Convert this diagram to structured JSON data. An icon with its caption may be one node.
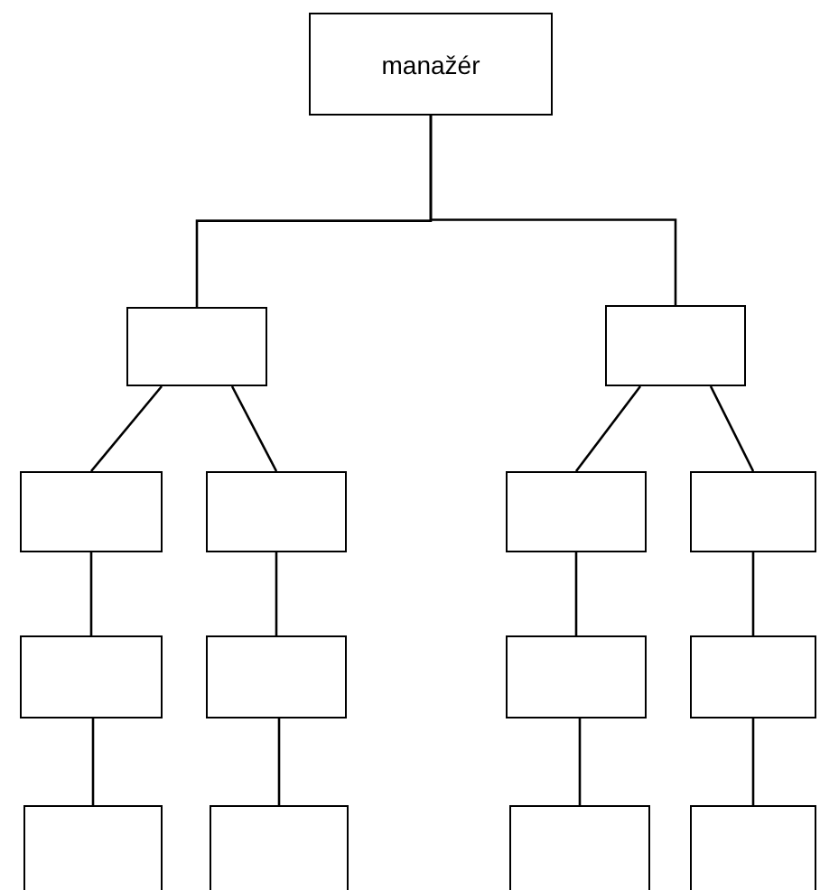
{
  "diagram": {
    "nodes": [
      {
        "text": [
          "manažér"
        ]
      },
      {
        "text": [],
        "shape": "box"
      },
      {
        "text": [],
        "shape": "box"
      },
      {
        "text": [],
        "shape": "box"
      },
      {
        "text": [],
        "shape": "box"
      },
      {
        "text": [],
        "shape": "box"
      },
      {
        "text": [],
        "shape": "box"
      },
      {
        "text": [],
        "shape": "box"
      },
      {
        "text": [],
        "shape": "box"
      },
      {
        "text": [],
        "shape": "box"
      },
      {
        "text": [],
        "shape": "box"
      },
      {
        "text": [],
        "shape": "box"
      },
      {
        "text": [],
        "shape": "box"
      },
      {
        "text": [],
        "shape": "box"
      },
      {
        "text": [],
        "shape": "box"
      }
    ],
    "edges": [
      {
        "from": 0,
        "to": 1,
        "arrow": "none"
      },
      {
        "from": 0,
        "to": 2,
        "arrow": "none"
      },
      {
        "from": 1,
        "to": 3,
        "arrow": "none"
      },
      {
        "from": 1,
        "to": 4,
        "arrow": "none"
      },
      {
        "from": 2,
        "to": 5,
        "arrow": "none"
      },
      {
        "from": 2,
        "to": 6,
        "arrow": "none"
      },
      {
        "from": 3,
        "to": 7,
        "arrow": "none"
      },
      {
        "from": 4,
        "to": 8,
        "arrow": "none"
      },
      {
        "from": 5,
        "to": 9,
        "arrow": "none"
      },
      {
        "from": 6,
        "to": 10,
        "arrow": "none"
      },
      {
        "from": 7,
        "to": 11,
        "arrow": "none"
      },
      {
        "from": 8,
        "to": 12,
        "arrow": "none"
      },
      {
        "from": 9,
        "to": 13,
        "arrow": "none"
      },
      {
        "from": 10,
        "to": 14,
        "arrow": "none"
      }
    ]
  }
}
